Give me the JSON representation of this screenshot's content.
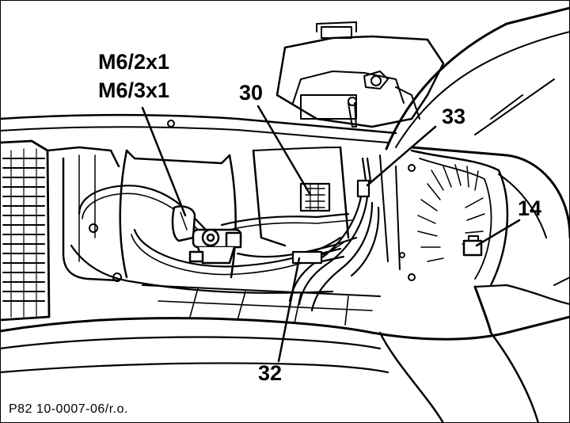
{
  "diagram": {
    "labels": {
      "m6_2x1": "M6/2x1",
      "m6_3x1": "M6/3x1",
      "n30": "30",
      "n33": "33",
      "n14": "14",
      "n32": "32"
    },
    "caption": "P82 10-0007-06/r.o."
  }
}
